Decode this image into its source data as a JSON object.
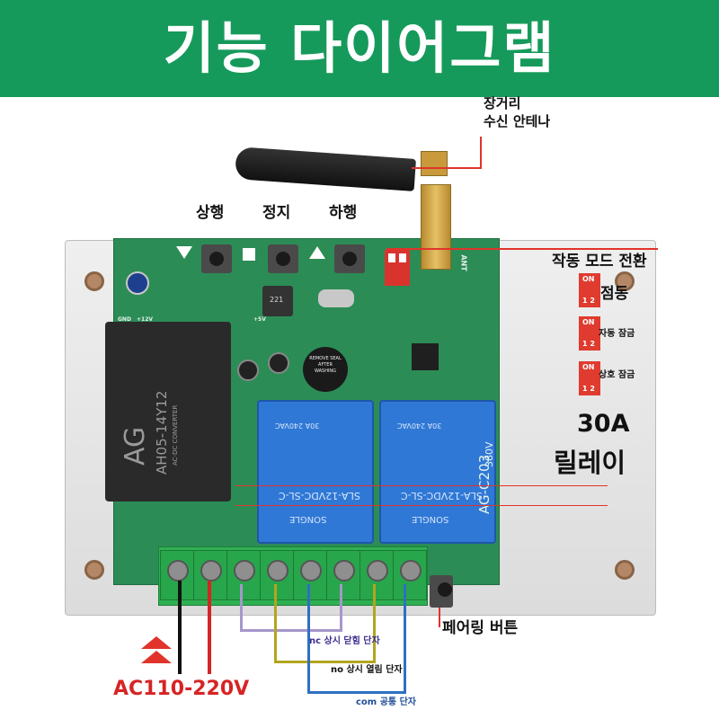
{
  "header": {
    "title": "기능 다이어그램"
  },
  "labels": {
    "antenna_line1": "장거리",
    "antenna_line2": "수신 안테나",
    "up": "상행",
    "stop": "정지",
    "down": "하행",
    "mode_switch": "작동 모드 전환",
    "mode_momentary": "점동",
    "mode_self_lock": "자동 잠금",
    "mode_interlock": "상호 잠금",
    "relay_rating": "30A",
    "relay": "릴레이",
    "pairing_button": "페어링 버튼",
    "nc_terminal": "nc 상시 닫힘 단자",
    "no_terminal": "no 상시 열림 단자",
    "com_terminal": "com 공통 단자",
    "power_input": "AC110-220V"
  },
  "board": {
    "converter_brand": "AG",
    "converter_model": "AH05-14Y12",
    "converter_desc": "AC-DC CONVERTER",
    "relay_model": "SLA-12VDC-SL-C",
    "relay_brand": "SONGLE",
    "relay_rating": "30A 240VAC",
    "board_model": "AG-C203",
    "board_voltage": "380V",
    "buzzer_text": "REMOVE SEAL AFTER WASHING",
    "dip_on": "ON",
    "dip_nums": "1 2",
    "ant": "ANT",
    "gnd": "GND",
    "v12": "+12V",
    "v5": "+5V",
    "inductor": "221"
  },
  "colors": {
    "banner": "#169a5b",
    "accent_red": "#e0342b",
    "wire_black": "#111111",
    "wire_red": "#d62424",
    "wire_purple": "#a796cc",
    "wire_olive": "#b3a51e",
    "wire_blue": "#2f6fc2",
    "pcb_green": "#2c8c56",
    "relay_blue": "#2f78d6"
  }
}
